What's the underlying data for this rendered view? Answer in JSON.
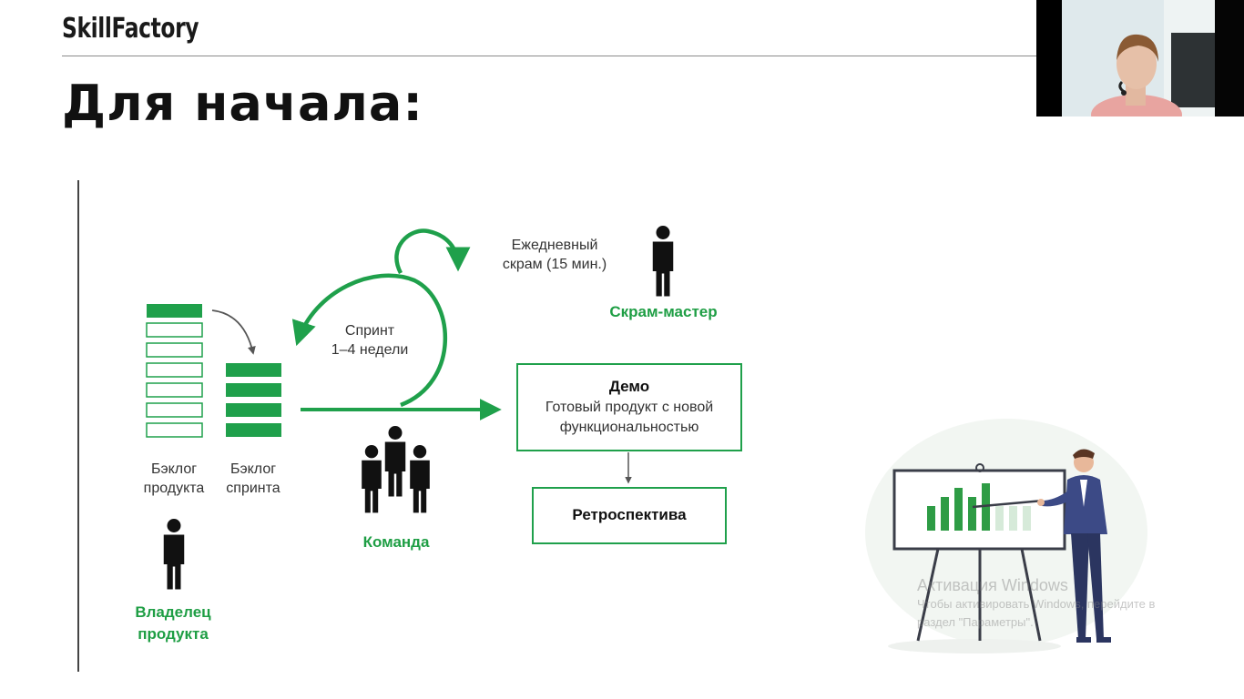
{
  "header": {
    "logo_text": "SkillFactory",
    "title": "Для начала:"
  },
  "diagram": {
    "daily_scrum": [
      "Ежедневный",
      "скрам (15 мин.)"
    ],
    "scrum_master": "Скрам-мастер",
    "sprint": [
      "Спринт",
      "1–4 недели"
    ],
    "product_backlog": [
      "Бэклог",
      "продукта"
    ],
    "sprint_backlog": [
      "Бэклог",
      "спринта"
    ],
    "product_owner": [
      "Владелец",
      "продукта"
    ],
    "team": "Команда",
    "demo_title": "Демо",
    "demo_desc": [
      "Готовый продукт с новой",
      "функциональностью"
    ],
    "retro": "Ретроспектива"
  },
  "watermark": {
    "title": "Активация Windows",
    "line1": "Чтобы активировать Windows, перейдите в",
    "line2": "раздел \"Параметры\"."
  },
  "colors": {
    "accent": "#1fa04b",
    "text": "#1a1a1a"
  }
}
